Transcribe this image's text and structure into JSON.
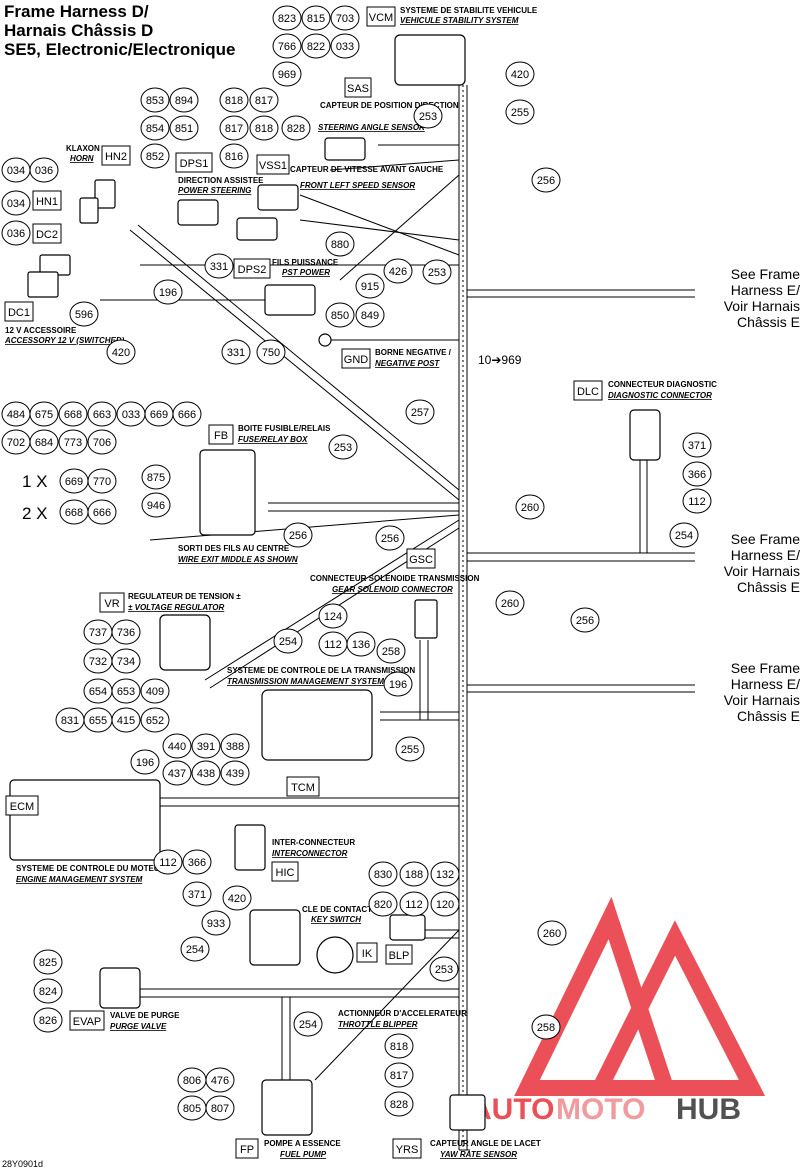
{
  "title": "Frame Harness D/\nHarnais Châssis D\nSE5, Electronic/Electronique",
  "see_frame": "See Frame\nHarness E/\nVoir Harnais\nChâssis E",
  "doc_number": "28Y0901d",
  "watermark": {
    "brand_left": "AUTO",
    "brand_mid": "MOTO",
    "brand_right": "HUB",
    "color": "#e8313a",
    "color_dark": "#333333"
  },
  "connectors": [
    {
      "code": "VCM",
      "fr": "SYSTEME DE STABILITE VEHICULE",
      "en": "VEHICULE STABILITY SYSTEM"
    },
    {
      "code": "SAS",
      "fr": "CAPTEUR DE POSITION DIRECTION",
      "en": "STEERING ANGLE SENSOR"
    },
    {
      "code": "VSS1",
      "fr": "CAPTEUR DE VITESSE AVANT GAUCHE",
      "en": "FRONT LEFT SPEED SENSOR"
    },
    {
      "code": "DPS1",
      "fr": "DIRECTION ASSISTEE",
      "en": "POWER STEERING"
    },
    {
      "code": "DPS2",
      "fr": "FILS PUISSANCE",
      "en": "PST POWER"
    },
    {
      "code": "HN2",
      "fr": "KLAXON",
      "en": "HORN"
    },
    {
      "code": "HN1",
      "fr": "",
      "en": ""
    },
    {
      "code": "DC2",
      "fr": "",
      "en": ""
    },
    {
      "code": "DC1",
      "fr": "12 V ACCESSOIRE",
      "en": "ACCESSORY 12 V (SWITCHED)"
    },
    {
      "code": "GND",
      "fr": "BORNE NEGATIVE /",
      "en": "NEGATIVE POST"
    },
    {
      "code": "DLC",
      "fr": "CONNECTEUR DIAGNOSTIC",
      "en": "DIAGNOSTIC CONNECTOR"
    },
    {
      "code": "FB",
      "fr": "BOITE FUSIBLE/RELAIS",
      "en": "FUSE/RELAY BOX"
    },
    {
      "code": "GSC",
      "fr": "CONNECTEUR SOLENOIDE TRANSMISSION",
      "en": "GEAR SOLENOID CONNECTOR"
    },
    {
      "code": "VR",
      "fr": "REGULATEUR DE TENSION ±",
      "en": "± VOLTAGE REGULATOR"
    },
    {
      "code": "TCM",
      "fr": "SYSTEME DE CONTROLE DE LA TRANSMISSION",
      "en": "TRANSMISSION MANAGEMENT SYSTEM"
    },
    {
      "code": "ECM",
      "fr": "SYSTEME DE CONTROLE DU MOTEUR",
      "en": "ENGINE MANAGEMENT SYSTEM"
    },
    {
      "code": "HIC",
      "fr": "INTER-CONNECTEUR",
      "en": "INTERCONNECTOR"
    },
    {
      "code": "IK",
      "fr": "CLE DE CONTACT",
      "en": "KEY SWITCH"
    },
    {
      "code": "BLP",
      "fr": "ACTIONNEUR D'ACCELERATEUR",
      "en": "THROTTLE BLIPPER"
    },
    {
      "code": "EVAP",
      "fr": "VALVE DE PURGE",
      "en": "PURGE VALVE"
    },
    {
      "code": "FP",
      "fr": "POMPE A ESSENCE",
      "en": "FUEL PUMP"
    },
    {
      "code": "YRS",
      "fr": "CAPTEUR ANGLE DE LACET",
      "en": "YAW RATE SENSOR"
    }
  ],
  "wire_exit": {
    "fr": "SORTI DES FILS AU CENTRE",
    "en": "WIRE EXIT MIDDLE AS SHOWN"
  },
  "ground_ref": "10➔969",
  "fuse_qty": [
    {
      "qty": "1 X",
      "parts": [
        "669",
        "770"
      ]
    },
    {
      "qty": "2 X",
      "parts": [
        "668",
        "666"
      ]
    }
  ],
  "parts": [
    "823",
    "815",
    "703",
    "766",
    "822",
    "033",
    "969",
    "420",
    "255",
    "253",
    "853",
    "894",
    "818",
    "817",
    "854",
    "851",
    "817",
    "818",
    "828",
    "852",
    "816",
    "256",
    "034",
    "036",
    "034",
    "036",
    "880",
    "426",
    "253",
    "331",
    "915",
    "196",
    "850",
    "849",
    "596",
    "750",
    "420",
    "331",
    "253",
    "257",
    "484",
    "675",
    "668",
    "663",
    "033",
    "669",
    "666",
    "702",
    "684",
    "773",
    "706",
    "875",
    "946",
    "256",
    "256",
    "260",
    "371",
    "366",
    "112",
    "254",
    "124",
    "112",
    "136",
    "260",
    "258",
    "256",
    "737",
    "736",
    "732",
    "734",
    "254",
    "654",
    "653",
    "409",
    "196",
    "831",
    "655",
    "415",
    "652",
    "255",
    "440",
    "391",
    "388",
    "196",
    "437",
    "438",
    "439",
    "112",
    "366",
    "371",
    "420",
    "933",
    "830",
    "188",
    "132",
    "820",
    "112",
    "120",
    "260",
    "825",
    "824",
    "826",
    "254",
    "253",
    "254",
    "258",
    "818",
    "817",
    "828",
    "806",
    "476",
    "805",
    "807"
  ]
}
